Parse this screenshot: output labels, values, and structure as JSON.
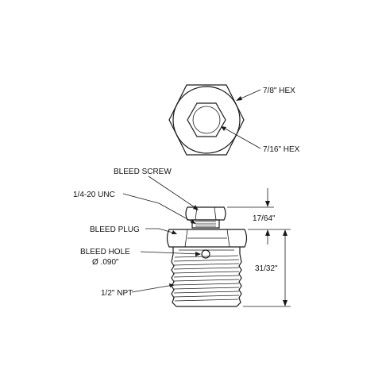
{
  "labels": {
    "hex_large": "7/8\" HEX",
    "hex_small": "7/16\" HEX",
    "bleed_screw": "BLEED SCREW",
    "thread_unc": "1/4-20 UNC",
    "bleed_plug": "BLEED PLUG",
    "bleed_hole": "BLEED HOLE",
    "bleed_hole_dia": "Ø .090\"",
    "npt": "1/2\" NPT",
    "dim_screw_height": "17/64\"",
    "dim_total_height": "31/32\""
  },
  "colors": {
    "line": "#1a1a1a",
    "background": "#ffffff"
  }
}
